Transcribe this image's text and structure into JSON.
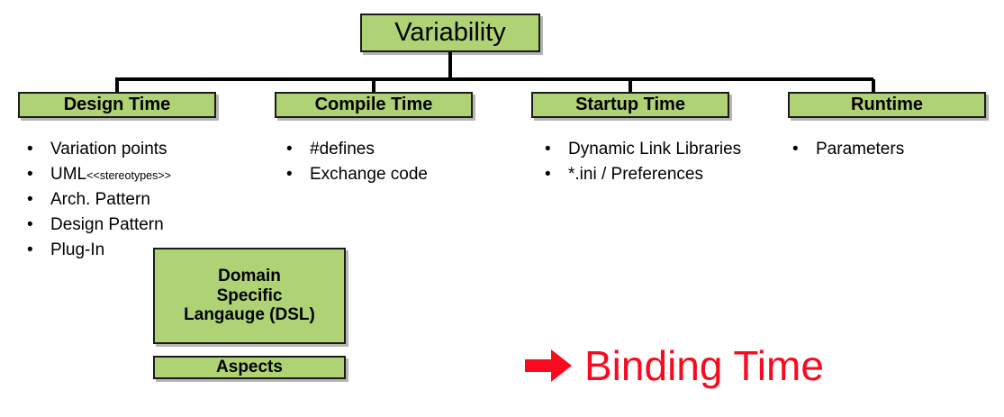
{
  "diagram": {
    "root": {
      "label": "Variability"
    },
    "columns": [
      {
        "header": "Design Time",
        "items": [
          {
            "text": "Variation points"
          },
          {
            "text": "UML",
            "suffix": "<<stereotypes>>"
          },
          {
            "text": "Arch. Pattern"
          },
          {
            "text": "Design Pattern"
          },
          {
            "text": "Plug-In"
          }
        ]
      },
      {
        "header": "Compile Time",
        "items": [
          {
            "text": "#defines"
          },
          {
            "text": "Exchange code"
          }
        ]
      },
      {
        "header": "Startup Time",
        "items": [
          {
            "text": "Dynamic Link Libraries"
          },
          {
            "text": "*.ini / Preferences"
          }
        ]
      },
      {
        "header": "Runtime",
        "items": [
          {
            "text": "Parameters"
          }
        ]
      }
    ],
    "extra_boxes": {
      "dsl": {
        "line1": "Domain",
        "line2": "Specific",
        "line3": "Langauge (DSL)"
      },
      "aspects": {
        "label": "Aspects"
      }
    },
    "callout": {
      "arrow_icon": "right-arrow-icon",
      "arrow_glyph": "➔",
      "label": "Binding Time",
      "color": "#FA0A1E"
    },
    "bullet_glyph": "•",
    "colors": {
      "box_fill": "#AFD275",
      "box_border": "#1b1b1b",
      "text": "#000000",
      "background": "#FFFFFF",
      "callout_red": "#FA0A1E"
    }
  }
}
